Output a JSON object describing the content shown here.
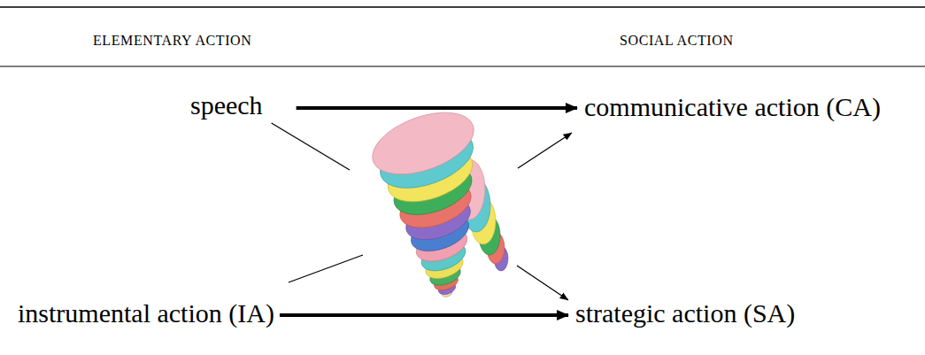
{
  "diagram": {
    "nodes": [
      {
        "text": [
          "speech"
        ]
      },
      {
        "text": [
          "communicative action (CA)"
        ]
      },
      {
        "text": [
          "instrumental action (IA)"
        ]
      },
      {
        "text": [
          "strategic action (SA)"
        ]
      }
    ],
    "edges": [
      {
        "from": 0,
        "to": 1,
        "arrow": "to"
      },
      {
        "from": 2,
        "to": 3,
        "arrow": "to"
      },
      {
        "from": 0,
        "to": 3,
        "arrow": "to"
      },
      {
        "from": 2,
        "to": 1,
        "arrow": "to"
      }
    ],
    "labels": [
      "ELEMENTARY ACTION",
      "SOCIAL ACTION"
    ]
  }
}
